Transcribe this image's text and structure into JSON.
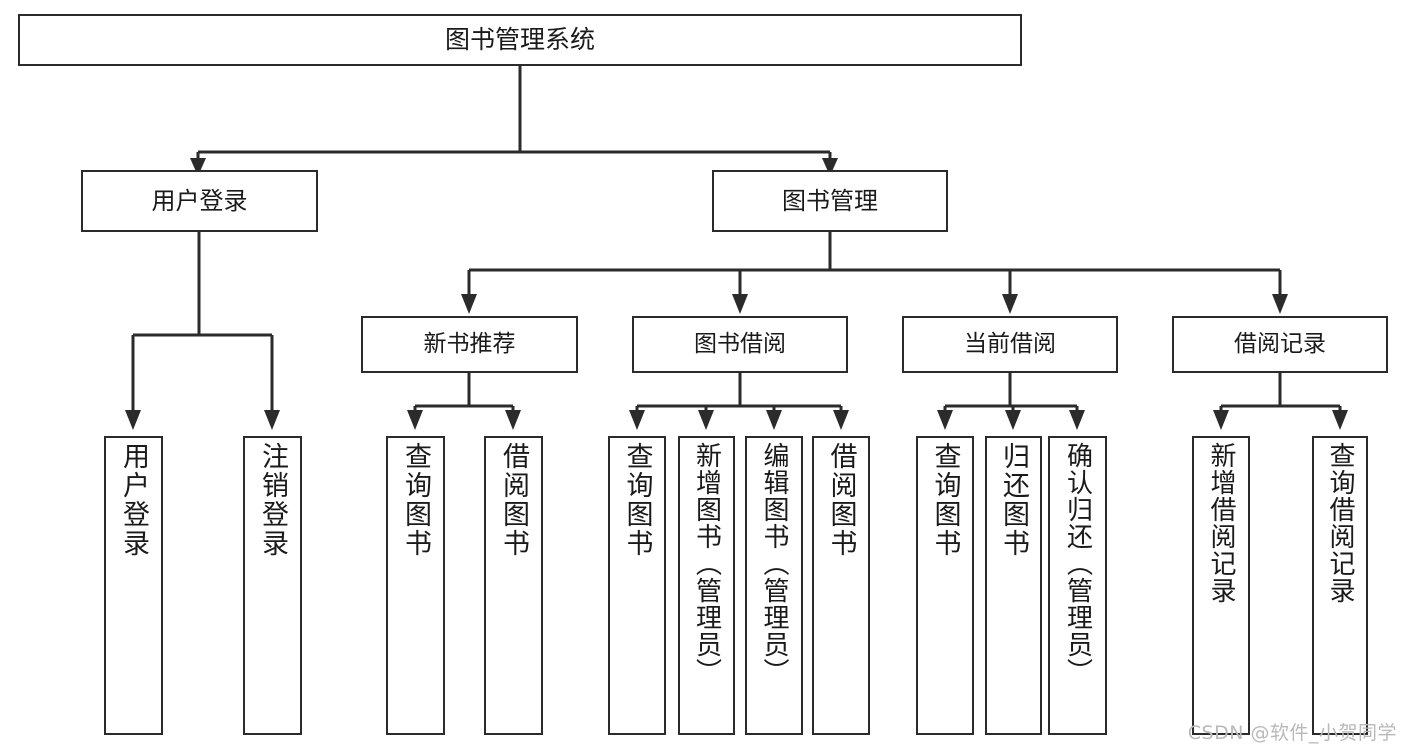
{
  "diagram": {
    "title": "图书管理系统",
    "watermark": "CSDN @软件_小贺同学",
    "type": "tree",
    "root": {
      "id": "root",
      "label": "图书管理系统"
    },
    "level2": [
      {
        "id": "user-login",
        "label": "用户登录"
      },
      {
        "id": "book-manage",
        "label": "图书管理"
      }
    ],
    "level3": [
      {
        "id": "new-book-rec",
        "label": "新书推荐"
      },
      {
        "id": "book-borrow",
        "label": "图书借阅"
      },
      {
        "id": "current-borrow",
        "label": "当前借阅"
      },
      {
        "id": "borrow-record",
        "label": "借阅记录"
      }
    ],
    "leaves": {
      "user_login": [
        {
          "id": "leaf-user-login",
          "label": "用户登录"
        },
        {
          "id": "leaf-user-logout",
          "label": "注销登录"
        }
      ],
      "new_book_rec": [
        {
          "id": "leaf-query-book-1",
          "label": "查询图书"
        },
        {
          "id": "leaf-borrow-book-1",
          "label": "借阅图书"
        }
      ],
      "book_borrow": [
        {
          "id": "leaf-query-book-2",
          "label": "查询图书"
        },
        {
          "id": "leaf-add-book",
          "label": "新增图书（管理员）"
        },
        {
          "id": "leaf-edit-book",
          "label": "编辑图书（管理员）"
        },
        {
          "id": "leaf-borrow-book-2",
          "label": "借阅图书"
        }
      ],
      "current_borrow": [
        {
          "id": "leaf-query-book-3",
          "label": "查询图书"
        },
        {
          "id": "leaf-return-book",
          "label": "归还图书"
        },
        {
          "id": "leaf-confirm-return",
          "label": "确认归还（管理员）"
        }
      ],
      "borrow_record": [
        {
          "id": "leaf-add-record",
          "label": "新增借阅记录"
        },
        {
          "id": "leaf-query-record",
          "label": "查询借阅记录"
        }
      ]
    },
    "colors": {
      "stroke": "#2b2b2b",
      "fill": "#ffffff",
      "text": "#1a1a1a",
      "watermark": "#b9b9b9"
    }
  }
}
